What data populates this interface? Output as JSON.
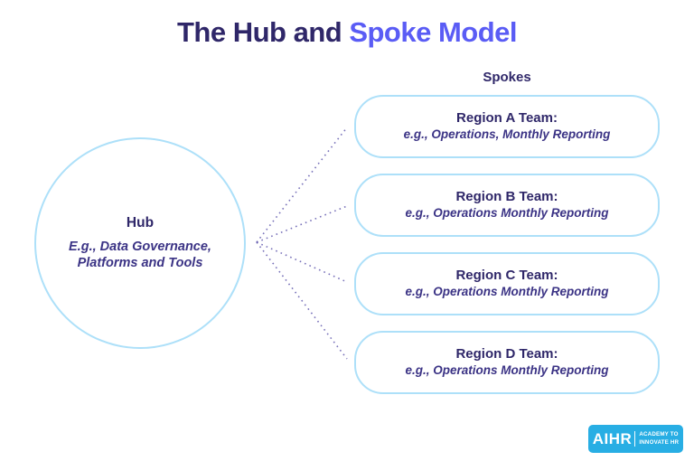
{
  "title": {
    "prefix": "The Hub and ",
    "highlight": "Spoke Model"
  },
  "hub": {
    "label": "Hub",
    "subtitle_line1": "E.g., Data Governance,",
    "subtitle_line2": "Platforms and Tools"
  },
  "spokes": {
    "header": "Spokes",
    "items": [
      {
        "title": "Region A Team:",
        "subtitle": "e.g., Operations, Monthly Reporting"
      },
      {
        "title": "Region B Team:",
        "subtitle": "e.g., Operations Monthly Reporting"
      },
      {
        "title": "Region C Team:",
        "subtitle": "e.g., Operations Monthly Reporting"
      },
      {
        "title": "Region D Team:",
        "subtitle": "e.g., Operations Monthly Reporting"
      }
    ]
  },
  "logo": {
    "brand": "AIHR",
    "tagline_line1": "ACADEMY TO",
    "tagline_line2": "INNOVATE HR"
  },
  "colors": {
    "title_dark": "#2f2769",
    "title_accent": "#5a5cf5",
    "outline_blue": "#ade0f9",
    "text_navy": "#2f2769",
    "text_purple": "#3b3385",
    "connector_purple": "#6058ad",
    "logo_blue": "#28aee4",
    "background": "#ffffff"
  }
}
